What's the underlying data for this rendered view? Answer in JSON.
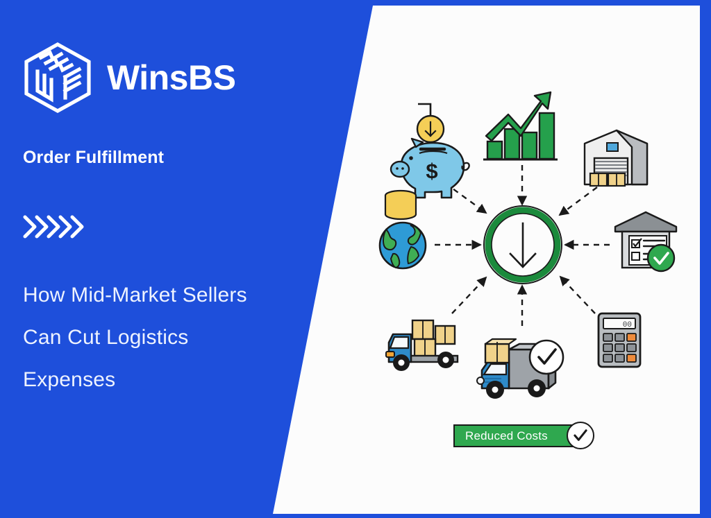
{
  "brand": {
    "name": "WinsBS",
    "logo_icon": "isometric-box-logo-icon"
  },
  "left": {
    "kicker": "Order Fulfillment",
    "chevrons_icon": "chevrons-right-icon",
    "chevron_count": 5,
    "headline_lines": [
      "How Mid-Market Sellers",
      "Can Cut Logistics",
      "Expenses"
    ]
  },
  "illustration": {
    "center_icon": "down-arrow-circle-icon",
    "nodes": [
      {
        "icon": "piggy-bank-savings-icon",
        "label": ""
      },
      {
        "icon": "growth-bar-chart-icon",
        "label": ""
      },
      {
        "icon": "warehouse-icon",
        "label": ""
      },
      {
        "icon": "globe-icon",
        "label": ""
      },
      {
        "icon": "warehouse-checklist-approved-icon",
        "label": ""
      },
      {
        "icon": "box-truck-icon",
        "label": ""
      },
      {
        "icon": "delivery-truck-approved-icon",
        "label": ""
      },
      {
        "icon": "calculator-icon",
        "label": ""
      }
    ],
    "calculator_display": "00",
    "badge": {
      "label": "Reduced Costs",
      "check_icon": "check-circle-icon"
    }
  },
  "colors": {
    "brand_blue": "#1E4FDB",
    "panel_white": "#FCFCFC",
    "accent_green": "#2FA84F",
    "ring_green": "#1B8A3C",
    "coin_gold": "#F4CE57",
    "piggy_blue": "#7FC8E8",
    "truck_blue": "#2E8BC9",
    "box_tan": "#F0D28A",
    "outline_dark": "#1A1A1A"
  }
}
